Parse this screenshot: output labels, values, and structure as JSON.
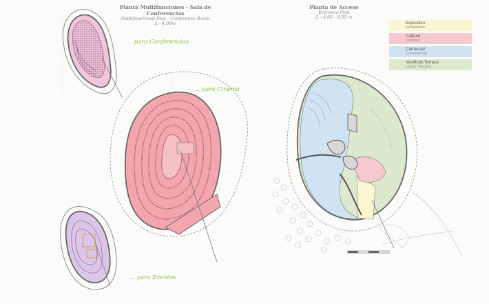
{
  "left_plan": {
    "title": "Planta Multifunciones - Sala de Conferencias",
    "subtitle": "Multifunctional Plan - Conference Room",
    "level": "L - 4.00m"
  },
  "right_plan": {
    "title": "Planta de Acceso",
    "subtitle": "Entrance Plan",
    "level": "L - 4.00 - 8.00 m"
  },
  "callouts": {
    "conferencias": "... para Conferencias",
    "cinema": "... para Cinema",
    "eventos": "... para Eventos"
  },
  "legend": [
    {
      "label": "Expositivo",
      "label_en": "Exhibitions",
      "color": "#fbf6d2"
    },
    {
      "label": "Cultural",
      "label_en": "Cultural",
      "color": "#f6c9cf"
    },
    {
      "label": "Comercial",
      "label_en": "Commercial",
      "color": "#cfe3f3"
    },
    {
      "label": "Vestíbulo Terraza",
      "label_en": "Lobby Terrace",
      "color": "#dde9cf"
    }
  ],
  "colors": {
    "pink_room": "#f1c6dc",
    "cinema_red": "#f3a6ae",
    "purple_room": "#dcc6e8",
    "commercial_blue": "#cfe3f3",
    "lobby_green": "#dde9cf",
    "exhibit_yellow": "#fbf6d2",
    "callout_green": "#8cbd3f"
  }
}
